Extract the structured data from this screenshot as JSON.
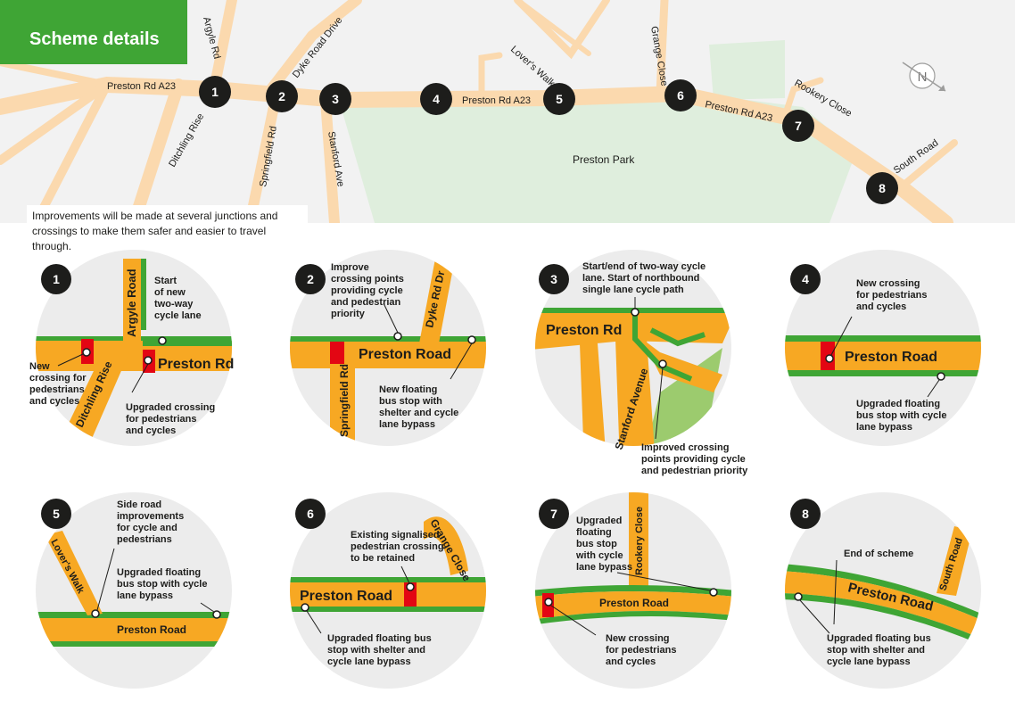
{
  "header": {
    "title": "Scheme details"
  },
  "intro": {
    "line1": "Improvements will be made at several junctions and",
    "line2": "crossings to make them safer and easier to travel through."
  },
  "colors": {
    "green": "#3fa535",
    "road": "#f7a823",
    "map_road": "#fbd9ae",
    "park": "#dfeedd",
    "red": "#e30613",
    "circle": "#ececec"
  },
  "map": {
    "road_labels": {
      "preston_rd_1": "Preston Rd A23",
      "preston_rd_2": "Preston Rd A23",
      "preston_rd_3": "Preston Rd A23",
      "argyle": "Argyle Rd",
      "dyke_road_drive": "Dyke Road Drive",
      "lovers_walk": "Lover's Walk",
      "grange_close": "Grange Close",
      "rookery_close": "Rookery Close",
      "south_road": "South Road",
      "ditchling_rise": "Ditchling Rise",
      "springfield_rd": "Springfield Rd",
      "stanford_ave": "Stanford Ave",
      "preston_park": "Preston Park"
    },
    "north_label": "N",
    "markers": [
      "1",
      "2",
      "3",
      "4",
      "5",
      "6",
      "7",
      "8"
    ]
  },
  "panels": [
    {
      "num": "1",
      "roads": {
        "argyle": "Argyle Road",
        "ditchling": "Ditchling Rise",
        "preston": "Preston Rd"
      },
      "callouts": {
        "start": [
          "Start",
          "of new",
          "two-way",
          "cycle lane"
        ],
        "new": [
          "New",
          "crossing for",
          "pedestrians",
          "and cycles"
        ],
        "upgraded": [
          "Upgraded crossing",
          "for pedestrians",
          "and cycles"
        ]
      }
    },
    {
      "num": "2",
      "roads": {
        "dyke": "Dyke Rd Dr",
        "preston": "Preston Road",
        "springfield": "Springfield Rd"
      },
      "callouts": {
        "improve": [
          "Improve",
          "crossing points",
          "providing cycle",
          "and pedestrian",
          "priority"
        ],
        "floating": [
          "New floating",
          "bus stop with",
          "shelter and cycle",
          "lane bypass"
        ]
      }
    },
    {
      "num": "3",
      "roads": {
        "preston": "Preston Rd",
        "stanford": "Stanford Avenue"
      },
      "callouts": {
        "start": [
          "Start/end of two-way cycle",
          "lane. Start of northbound",
          "single lane cycle path"
        ],
        "improved": [
          "Improved crossing",
          "points providing cycle",
          "and pedestrian priority"
        ]
      }
    },
    {
      "num": "4",
      "roads": {
        "preston": "Preston Road"
      },
      "callouts": {
        "new": [
          "New crossing",
          "for pedestrians",
          "and cycles"
        ],
        "upgraded": [
          "Upgraded floating",
          "bus stop with cycle",
          "lane bypass"
        ]
      }
    },
    {
      "num": "5",
      "roads": {
        "lovers": "Lover's Walk",
        "preston": "Preston Road"
      },
      "callouts": {
        "side": [
          "Side road",
          "improvements",
          "for cycle and",
          "pedestrians"
        ],
        "upgraded": [
          "Upgraded floating",
          "bus stop with cycle",
          "lane bypass"
        ]
      }
    },
    {
      "num": "6",
      "roads": {
        "grange": "Grange Close",
        "preston": "Preston Road"
      },
      "callouts": {
        "existing": [
          "Existing signalised",
          "pedestrian crossing",
          "to be retained"
        ],
        "upgraded": [
          "Upgraded floating bus",
          "stop with shelter and",
          "cycle lane bypass"
        ]
      }
    },
    {
      "num": "7",
      "roads": {
        "rookery": "Rookery Close",
        "preston": "Preston Road"
      },
      "callouts": {
        "upgraded": [
          "Upgraded",
          "floating",
          "bus stop",
          "with cycle",
          "lane bypass"
        ],
        "new": [
          "New crossing",
          "for pedestrians",
          "and cycles"
        ]
      }
    },
    {
      "num": "8",
      "roads": {
        "south": "South Road",
        "preston": "Preston Road"
      },
      "callouts": {
        "end": [
          "End of scheme"
        ],
        "upgraded": [
          "Upgraded floating bus",
          "stop with shelter and",
          "cycle lane bypass"
        ]
      }
    }
  ]
}
